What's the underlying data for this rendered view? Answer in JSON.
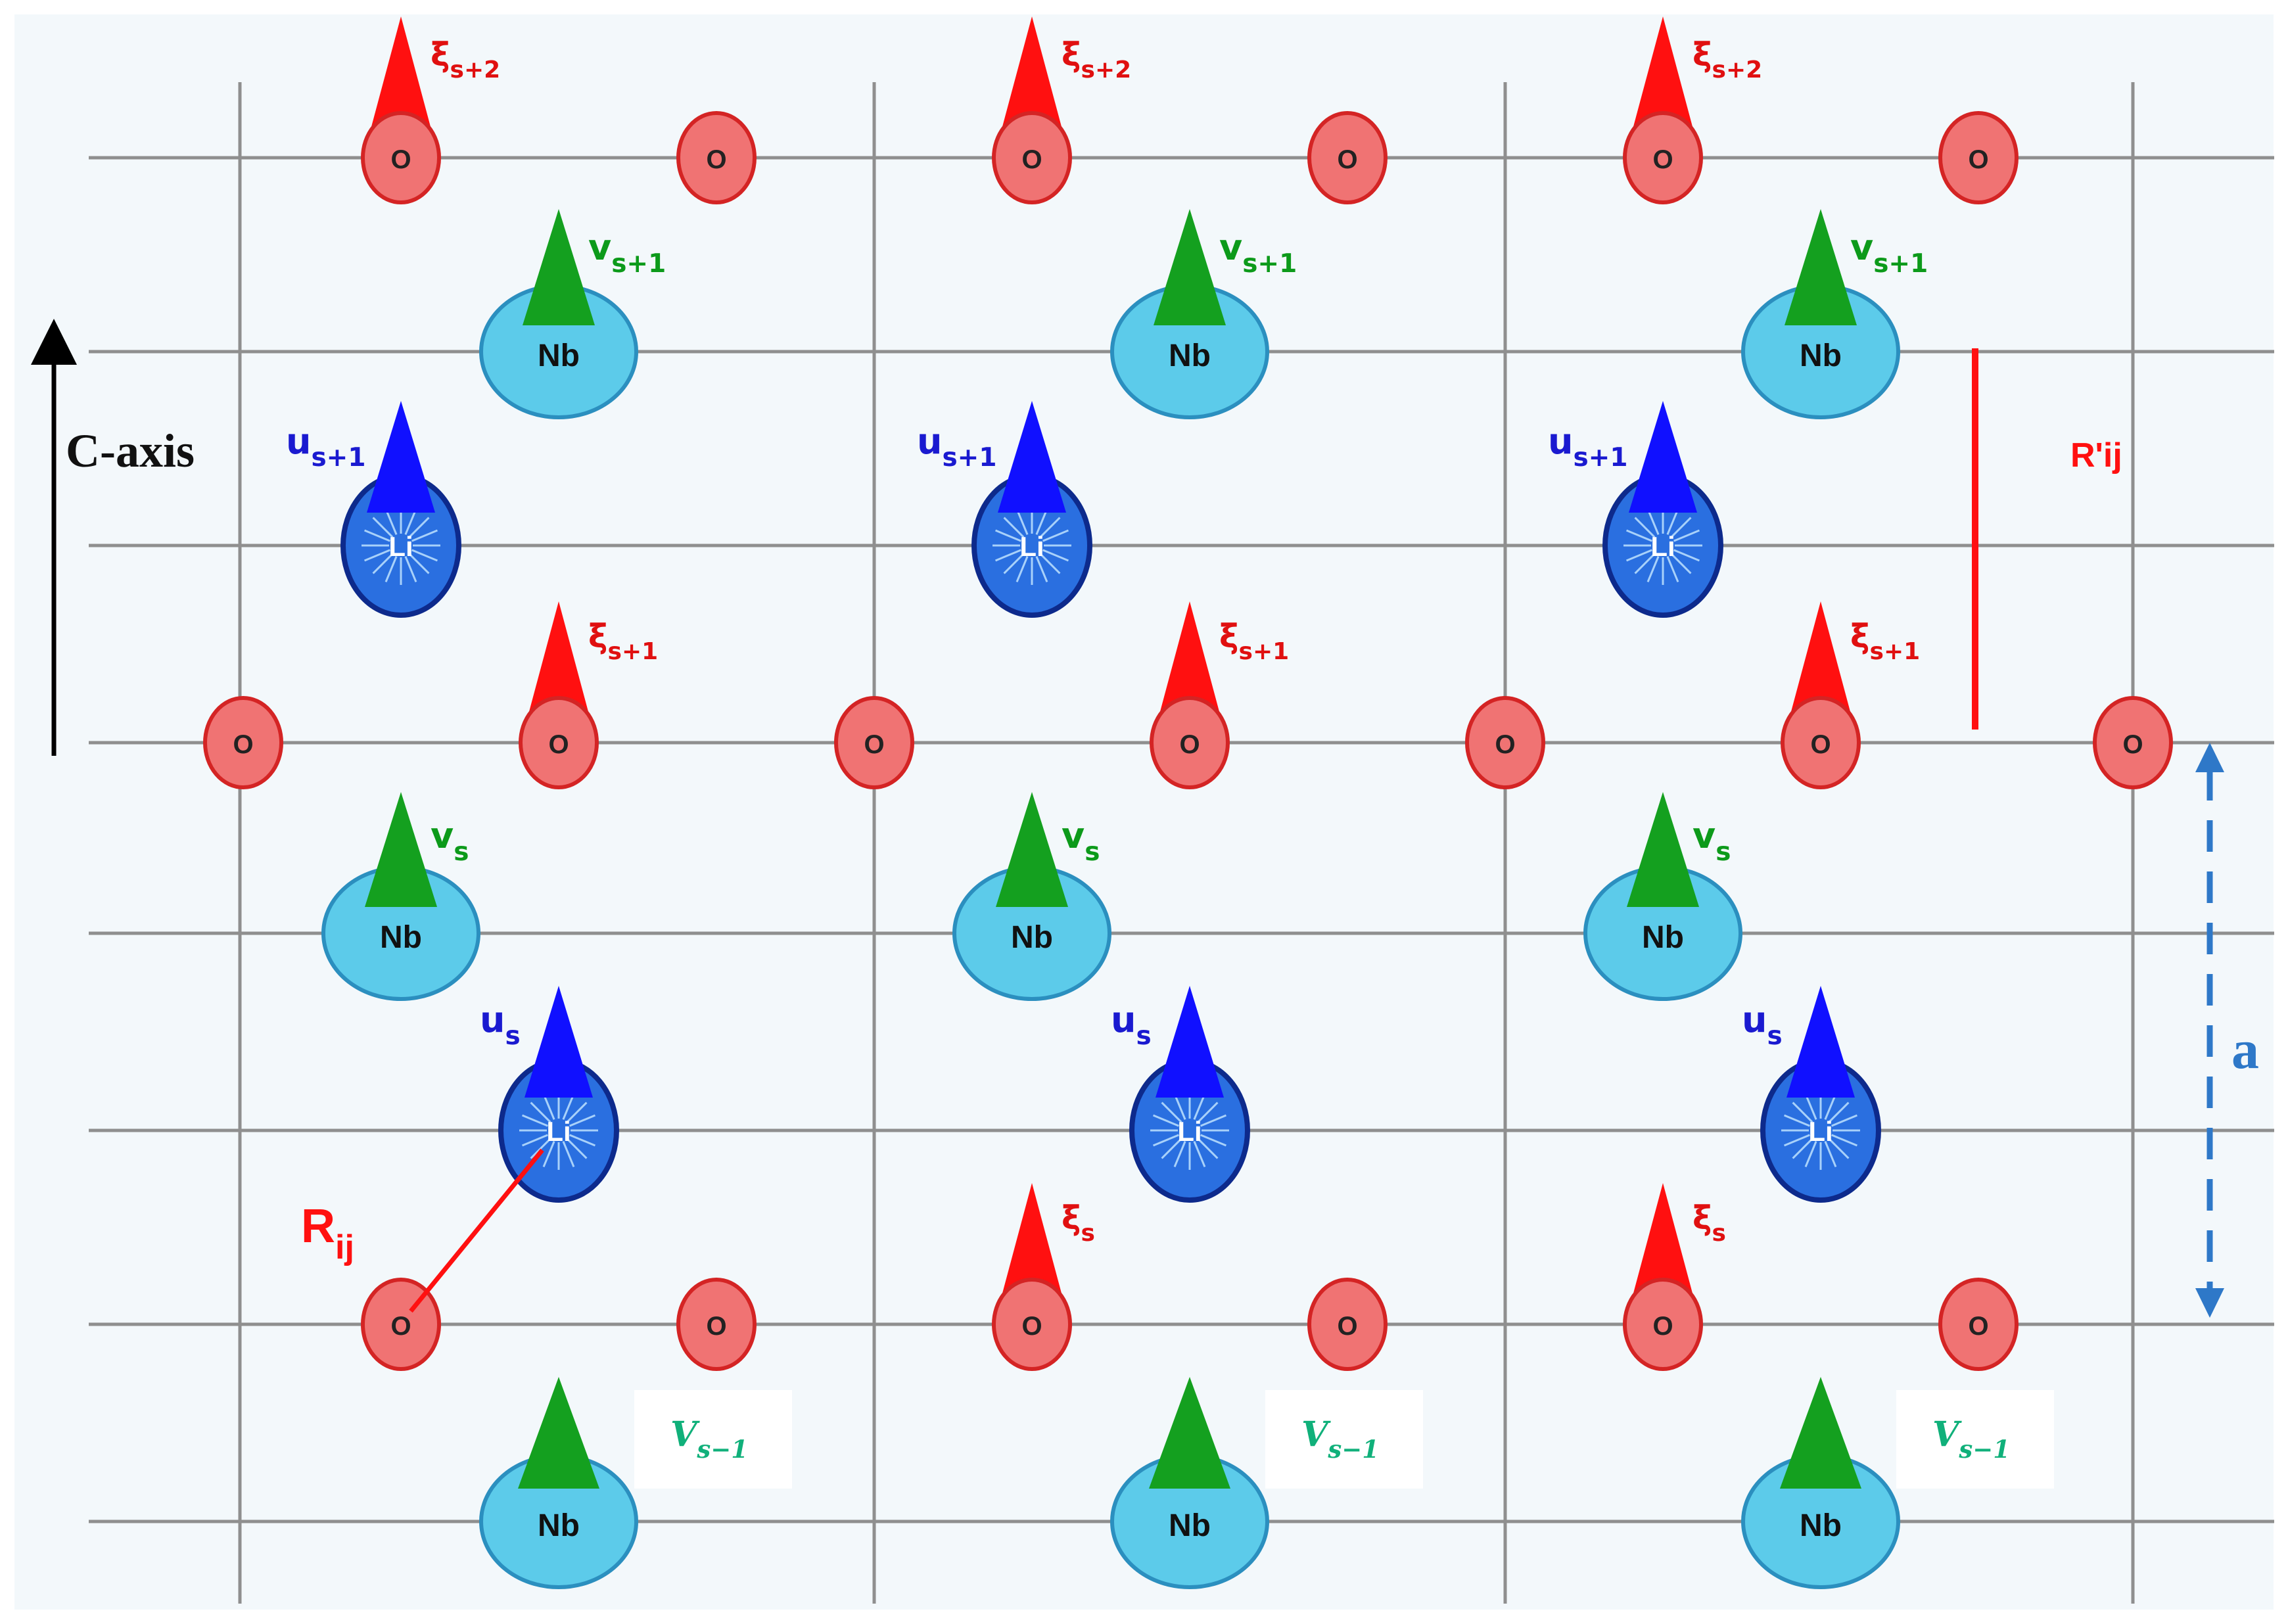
{
  "labels": {
    "oxygen": "O",
    "niobium": "Nb",
    "lithium": "Li",
    "c_axis": "C-axis",
    "lattice_a": "a",
    "r_ij_main": "R",
    "r_ij_sub": "ij",
    "r_prime": "R'ij",
    "xi": "ξ",
    "xi_s2": "s+2",
    "xi_s1": "s+1",
    "xi_s": "s",
    "v": "v",
    "v_s1": "s+1",
    "v_s": "s",
    "u": "u",
    "u_s1": "s+1",
    "u_s": "s",
    "V_cap": "V",
    "V_sub": "s−1"
  },
  "colors": {
    "background": "#f3f8fb",
    "grid": "#8f8f8f",
    "oxygen_fill": "#f07373",
    "oxygen_stroke": "#d42424",
    "niobium_fill": "#5ccbea",
    "niobium_stroke": "#2b8fbf",
    "lithium_fill": "#2a6fe0",
    "lithium_stroke": "#0d2a8c",
    "red_arrow": "#ff1010",
    "green_arrow": "#14a01f",
    "blue_arrow": "#1010ff",
    "xi_label": "#e01010",
    "v_label": "#0c9a1a",
    "u_label": "#1a1ad0",
    "V_label": "#10b07a",
    "a_arrow": "#2e78c8",
    "r_line": "#ff1010"
  },
  "icons": {
    "oxygen": "oxygen-atom-icon",
    "niobium": "niobium-atom-icon",
    "lithium": "lithium-atom-icon",
    "displacement": "triangle-arrow-icon"
  }
}
